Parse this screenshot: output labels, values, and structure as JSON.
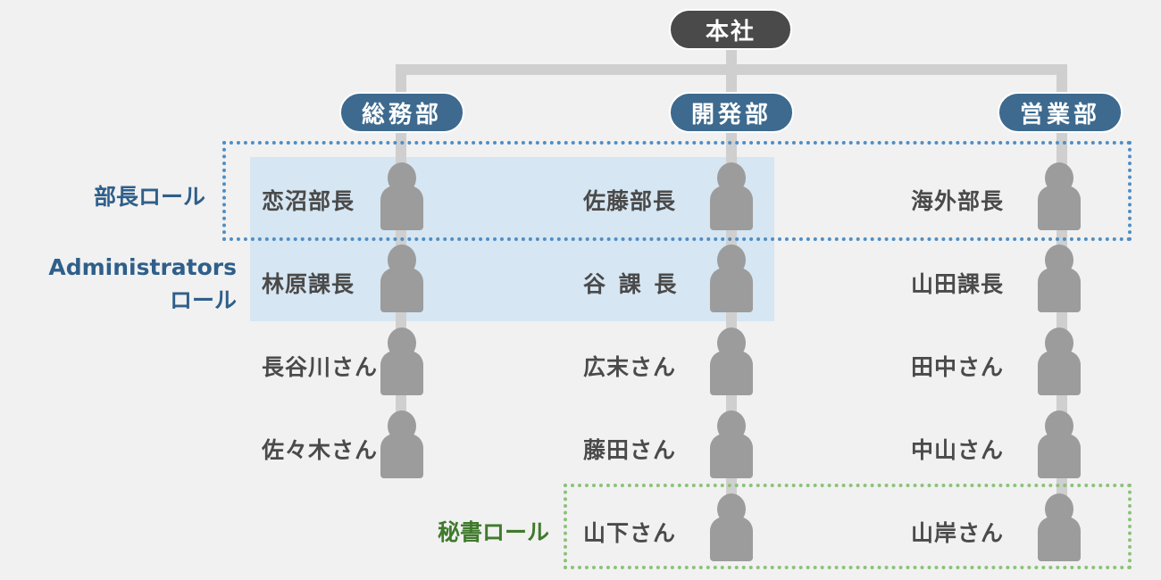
{
  "headquarters": "本社",
  "departments": [
    "総務部",
    "開発部",
    "営業部"
  ],
  "columns": [
    {
      "department": "総務部",
      "members": [
        "恋沼部長",
        "林原課長",
        "長谷川さん",
        "佐々木さん"
      ]
    },
    {
      "department": "開発部",
      "members": [
        "佐藤部長",
        "谷 課 長",
        "広末さん",
        "藤田さん",
        "山下さん"
      ]
    },
    {
      "department": "営業部",
      "members": [
        "海外部長",
        "山田課長",
        "田中さん",
        "中山さん",
        "山岸さん"
      ]
    }
  ],
  "roles": {
    "manager": "部長ロール",
    "administrators_line1": "Administrators",
    "administrators_line2": "ロール",
    "secretary": "秘書ロール"
  },
  "colors": {
    "hq_pill": "#4a4a4a",
    "dept_pill": "#3d6a8e",
    "admin_highlight": "#d6e6f2",
    "manager_border": "#4f8ec5",
    "secretary_border": "#8cc27a",
    "person_icon": "#9c9c9c",
    "connector": "#cfcfcf"
  },
  "icons": [
    "person-icon"
  ]
}
